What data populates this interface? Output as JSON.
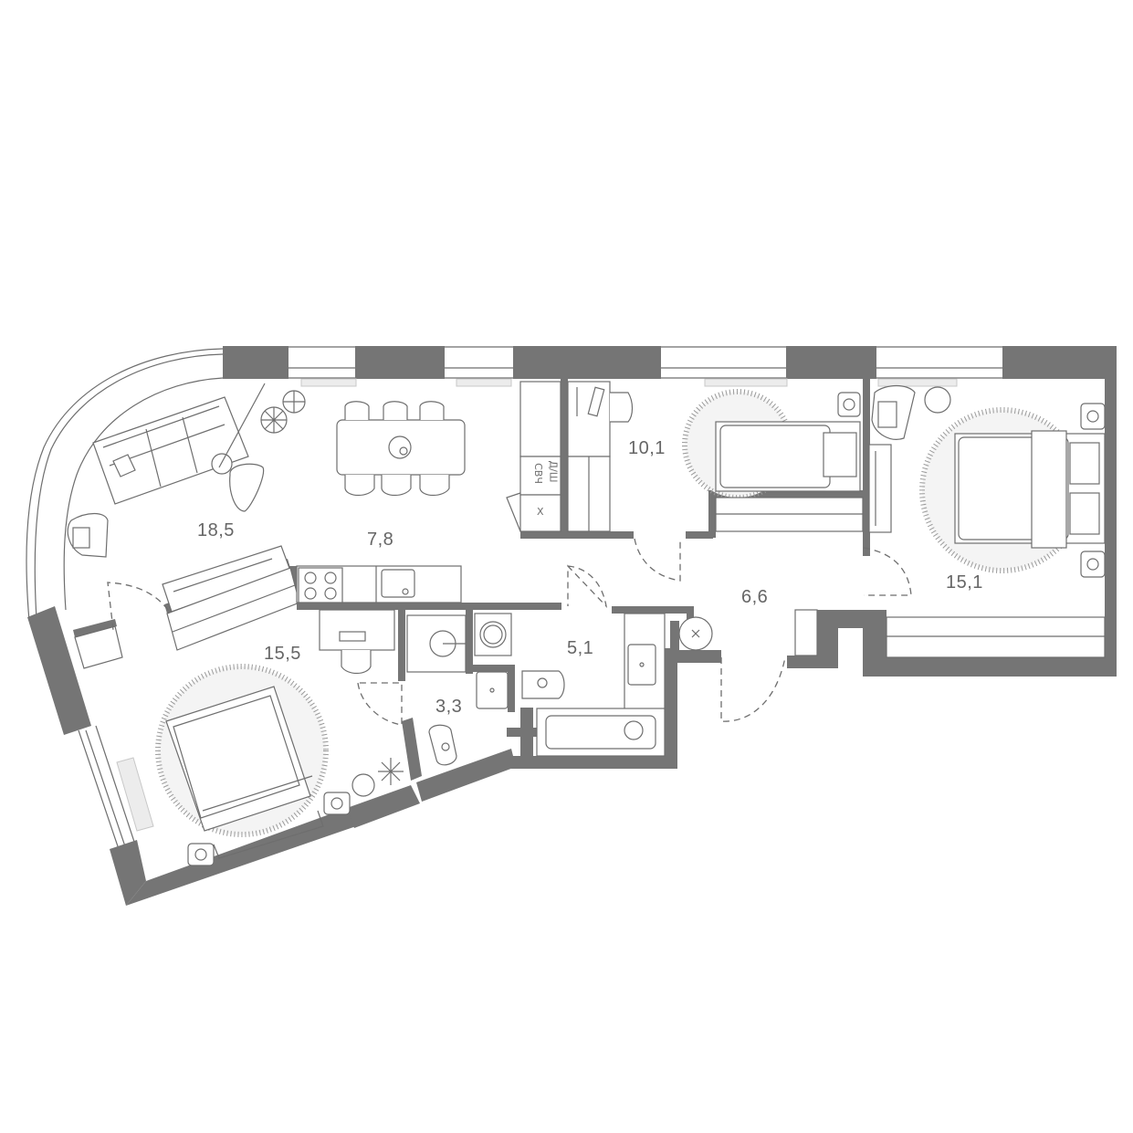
{
  "plan": {
    "wall_color": "#757575",
    "line_color": "#6e6e6e",
    "rug_color": "#f4f4f4",
    "rooms": [
      {
        "id": "living",
        "area": "18,5"
      },
      {
        "id": "kitchen",
        "area": "7,8"
      },
      {
        "id": "bedroom-small",
        "area": "10,1"
      },
      {
        "id": "bedroom-master",
        "area": "15,1"
      },
      {
        "id": "hallway",
        "area": "6,6"
      },
      {
        "id": "bathroom",
        "area": "5,1"
      },
      {
        "id": "bedroom-left",
        "area": "15,5"
      },
      {
        "id": "wc",
        "area": "3,3"
      }
    ],
    "appliances": {
      "dishwasher_microwave_line1": "Д/Ш",
      "dishwasher_microwave_line2": "СВЧ",
      "fridge": "Х"
    }
  }
}
